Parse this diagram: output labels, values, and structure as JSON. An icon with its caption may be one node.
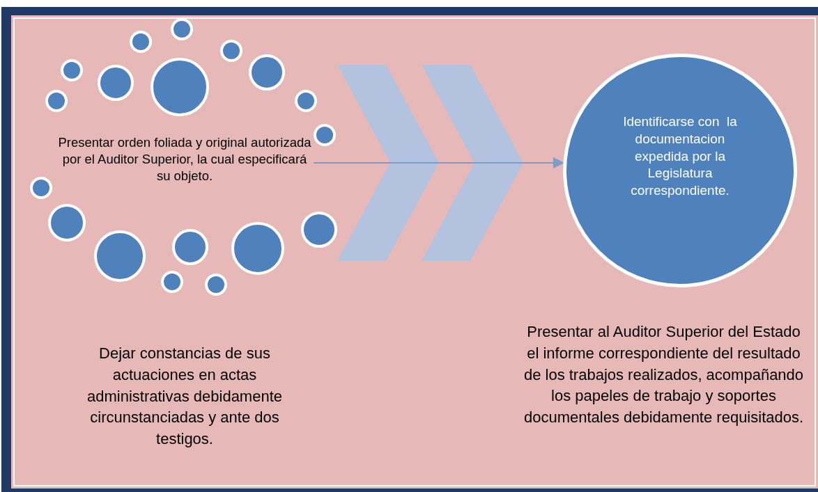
{
  "diagram": {
    "nodes": [
      {
        "text": [
          "Presentar orden foliada y original autorizada por el Auditor Superior, la cual especificará su objeto."
        ]
      },
      {
        "text": [
          "Identificarse con  la documentacion expedida por la Legislatura correspondiente."
        ]
      }
    ],
    "edges": [
      {
        "from": 0,
        "to": 1,
        "arrow": "to"
      }
    ],
    "labels": [
      "Dejar constancias de sus actuaciones en actas administrativas debidamente circunstanciadas y ante dos testigos.",
      "Presentar al Auditor Superior del Estado el informe correspondiente del resultado de los trabajos realizados, acompañando los papeles de trabajo y soportes documentales debidamente requisitados."
    ]
  }
}
